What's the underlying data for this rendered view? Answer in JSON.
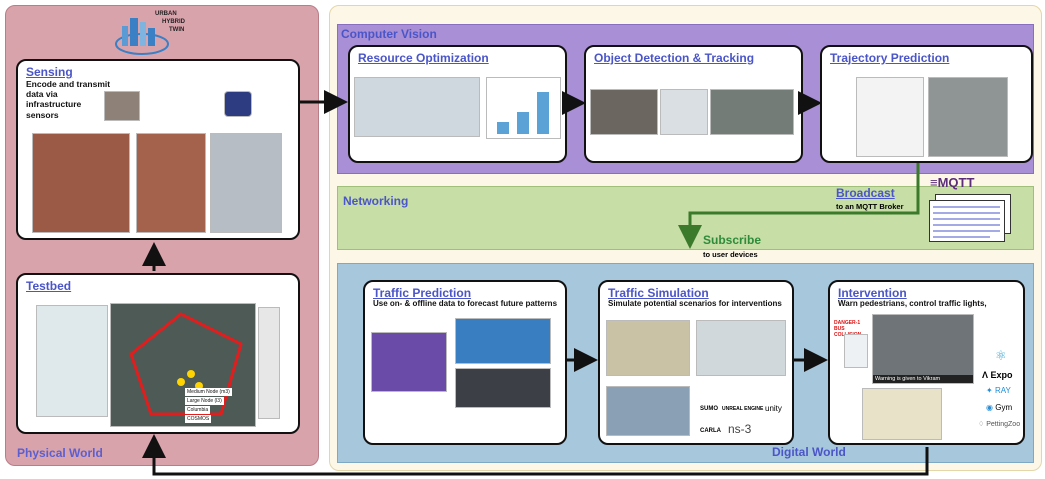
{
  "logo": {
    "lines": [
      "URBAN",
      "HYBRID",
      "TWIN"
    ]
  },
  "regions": {
    "physical": "Physical World",
    "digital": "Digital World",
    "computer_vision": "Computer Vision",
    "networking": "Networking"
  },
  "cards": {
    "sensing": {
      "title": "Sensing",
      "desc": "Encode and transmit data via infrastructure sensors"
    },
    "testbed": {
      "title": "Testbed"
    },
    "resource": {
      "title": "Resource Optimization"
    },
    "detection": {
      "title": "Object Detection & Tracking"
    },
    "trajectory": {
      "title": "Trajectory Prediction"
    },
    "prediction": {
      "title": "Traffic Prediction",
      "desc": "Use on- & offline data to  forecast future patterns"
    },
    "simulation": {
      "title": "Traffic Simulation",
      "desc": "Simulate potential scenarios for interventions"
    },
    "intervention": {
      "title": "Intervention",
      "desc": "Warn pedestrians, control traffic lights,"
    }
  },
  "broadcast": {
    "title": "Broadcast",
    "sub": "to an MQTT Broker",
    "mqtt": "MQTT"
  },
  "subscribe": {
    "title": "Subscribe",
    "sub": "to user devices"
  },
  "sim_tools": [
    "SUMO",
    "UNREAL ENGINE",
    "unity",
    "CARLA",
    "ns-3"
  ],
  "ml_tools": [
    "Expo",
    "RAY",
    "Gym",
    "PettingZoo"
  ],
  "testbed_legend": [
    "Medium Node (m3)",
    "Large Node (l3)",
    "Columbia",
    "COSMOS"
  ],
  "warning_text": "Warning is given to Vikram",
  "danger_text": "DANGER-1 BUS COLLISION",
  "colors": {
    "physical_bg": "#d9a3ac",
    "cv_bg": "#a98fd6",
    "net_bg": "#c7dea6",
    "digital_bg": "#a7c7dd",
    "outer_bg": "#fdf7e8",
    "title_blue": "#4a55c8",
    "subscribe_green": "#2e8b3a"
  }
}
